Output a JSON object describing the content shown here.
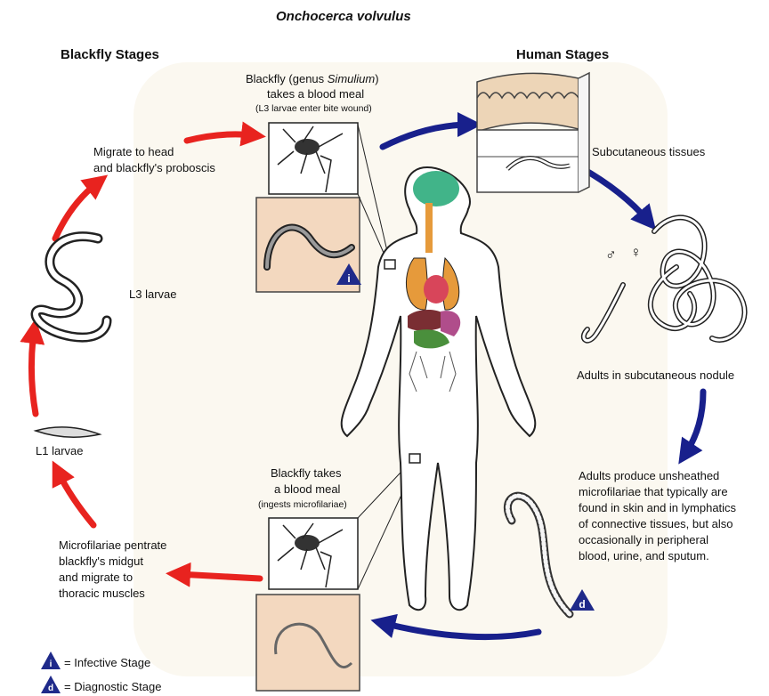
{
  "title": "Onchocerca volvulus",
  "headings": {
    "blackfly": "Blackfly Stages",
    "human": "Human Stages"
  },
  "labels": {
    "blackfly_meal_top_1": "Blackfly (genus ",
    "blackfly_meal_top_genus": "Simulium",
    "blackfly_meal_top_1_end": ")",
    "blackfly_meal_top_2": "takes a blood meal",
    "blackfly_meal_top_3": "(L3 larvae enter bite wound)",
    "subcutaneous": "Subcutaneous tissues",
    "adults_nodule": "Adults in subcutaneous nodule",
    "microfilariae_1": "Adults produce unsheathed",
    "microfilariae_2": "microfilariae that typically are",
    "microfilariae_3": "found in skin and in lymphatics",
    "microfilariae_4": "of connective tissues,  but also",
    "microfilariae_5": "occasionally in peripheral",
    "microfilariae_6": "blood, urine, and sputum.",
    "blackfly_meal_bottom_1": "Blackfly takes",
    "blackfly_meal_bottom_2": "a blood meal",
    "blackfly_meal_bottom_3": "(ingests microfilariae)",
    "midgut_1": "Microfilariae pentrate",
    "midgut_2": "blackfly's midgut",
    "midgut_3": "and migrate to",
    "midgut_4": "thoracic muscles",
    "l1": "L1 larvae",
    "l3": "L3 larvae",
    "migrate_1": "Migrate to head",
    "migrate_2": "and blackfly's proboscis",
    "male_symbol": "♂",
    "female_symbol": "♀"
  },
  "badges": {
    "infective": "i",
    "diagnostic": "d"
  },
  "legend": [
    {
      "badge": "i",
      "text": "= Infective Stage"
    },
    {
      "badge": "d",
      "text": "= Diagnostic Stage"
    }
  ],
  "colors": {
    "red_arrow": "#e8231f",
    "blue_arrow": "#18208c",
    "badge": "#1f2a8a",
    "panel": "#f3d8bf",
    "brain": "#41b489",
    "lungs": "#e69a3b",
    "heart": "#d8455a",
    "liver": "#7a2e33",
    "stomach": "#b04d8b",
    "intestine": "#4a8f3c",
    "skin": "#edd5b7"
  }
}
